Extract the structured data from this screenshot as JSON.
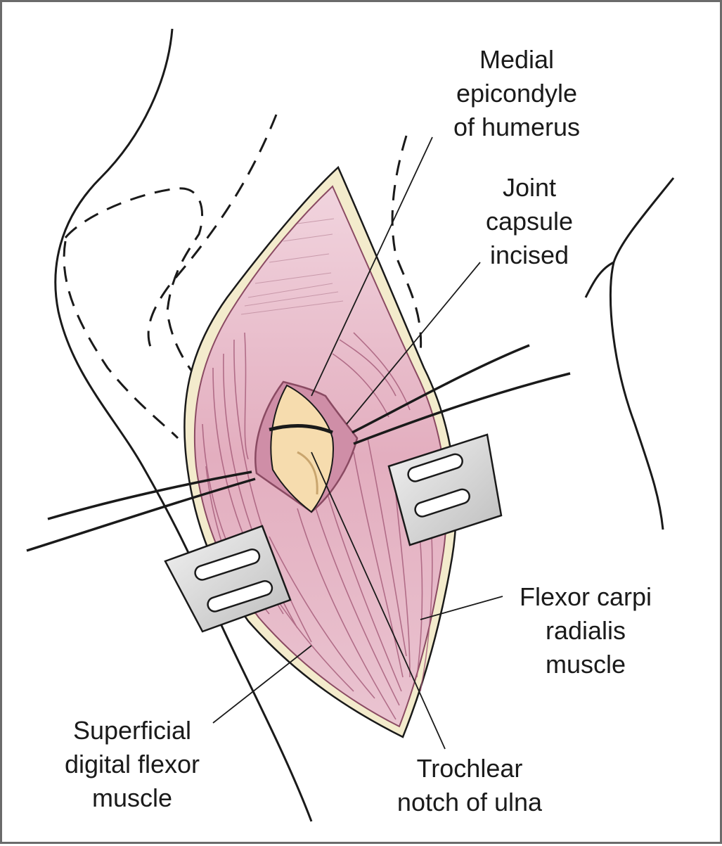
{
  "labels": {
    "medial_epicondyle": [
      "Medial",
      "epicondyle",
      "of humerus"
    ],
    "joint_capsule": [
      "Joint",
      "capsule",
      "incised"
    ],
    "flexor_carpi_radialis": [
      "Flexor carpi",
      "radialis",
      "muscle"
    ],
    "superficial_digital_flexor": [
      "Superficial",
      "digital flexor",
      "muscle"
    ],
    "trochlear_notch": [
      "Trochlear",
      "notch of ulna"
    ]
  },
  "colors": {
    "muscle": "#e6b8c8",
    "muscle_dark": "#b86f8a",
    "bone": "#f6dcae",
    "fat": "#f3ebcc",
    "retractor": "#d9d9d9",
    "line": "#1a1a1a",
    "frame": "#6b6b6b"
  }
}
